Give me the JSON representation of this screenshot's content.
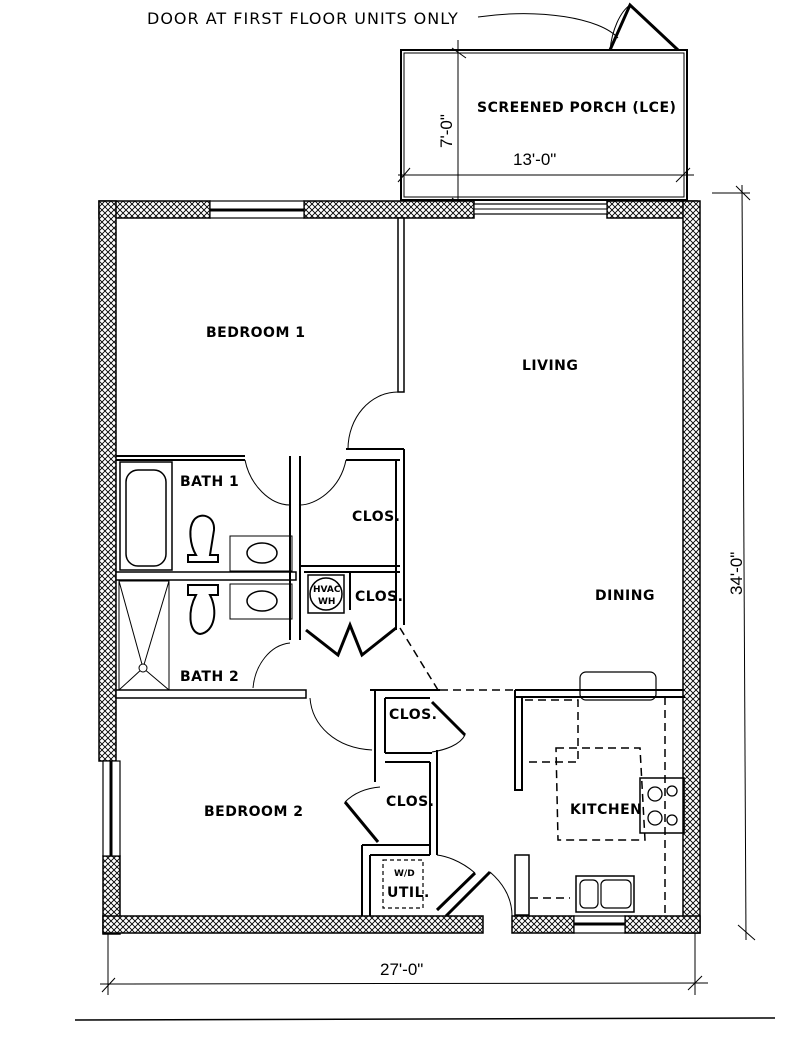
{
  "drawing": {
    "type": "apartment floor plan",
    "note": "DOOR AT FIRST FLOOR UNITS ONLY"
  },
  "rooms": {
    "porch": "SCREENED PORCH (LCE)",
    "bedroom1": "BEDROOM 1",
    "living": "LIVING",
    "dining": "DINING",
    "bath1": "BATH 1",
    "bath2": "BATH 2",
    "closet_bath": "CLOS.",
    "closet_hvac": "CLOS.",
    "closet_hall": "CLOS.",
    "closet_bedroom2": "CLOS.",
    "bedroom2": "BEDROOM 2",
    "kitchen": "KITCHEN",
    "utility": "UTIL.",
    "utility_sub": "W/D",
    "hvac_line1": "HVAC",
    "hvac_line2": "WH"
  },
  "dimensions": {
    "porch_depth": "7'-0\"",
    "porch_width": "13'-0\"",
    "overall_depth": "34'-0\"",
    "overall_width": "27'-0\""
  }
}
